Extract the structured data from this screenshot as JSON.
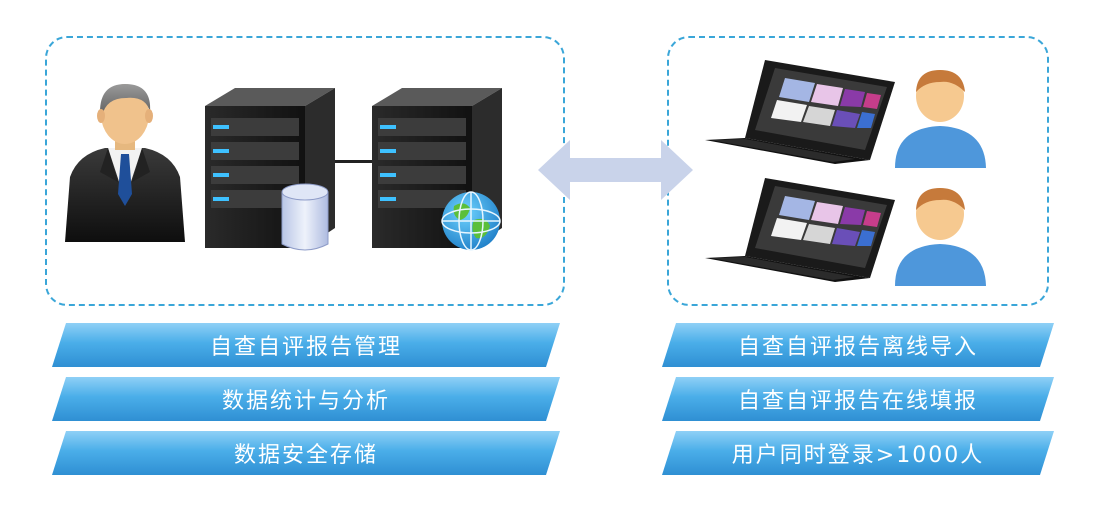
{
  "left_labels": [
    "自查自评报告管理",
    "数据统计与分析",
    "数据安全存储"
  ],
  "right_labels": [
    "自查自评报告离线导入",
    "自查自评报告在线填报",
    "用户同时登录>1000人"
  ],
  "colors": {
    "panel_border": "#3aa6d8",
    "banner_top": "#8fd0f6",
    "banner_bottom": "#2f8fd3",
    "arrow": "#c9d3ea"
  },
  "icons": [
    "admin-person-icon",
    "server-icon",
    "database-icon",
    "globe-icon",
    "laptop-icon",
    "user-icon",
    "double-arrow-icon"
  ]
}
